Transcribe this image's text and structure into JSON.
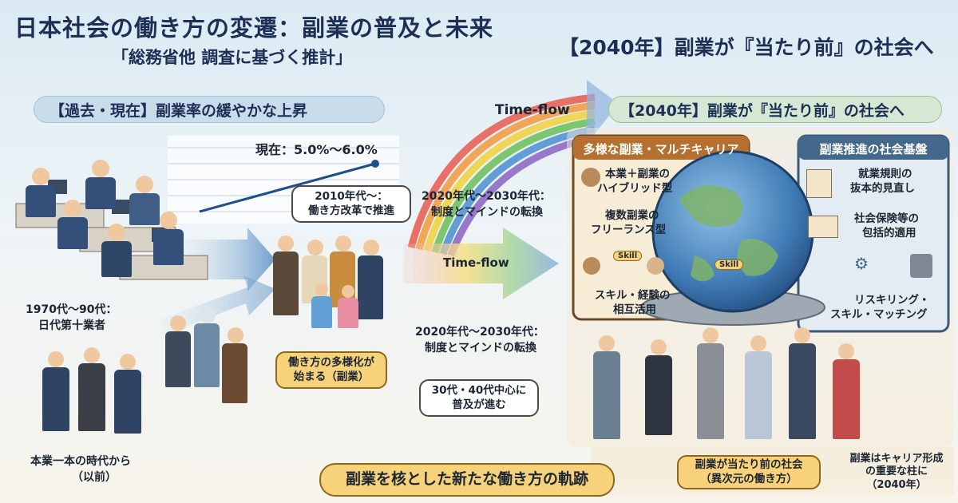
{
  "header": {
    "title": "日本社会の働き方の変遷：副業の普及と未来",
    "subtitle": "「総務省他 調査に基づく推計」",
    "right_title": "【2040年】副業が『当たり前』の社会へ"
  },
  "past_section": {
    "banner": "【過去・現在】副業率の緩やかな上昇",
    "current_rate": "現在：5.0%～6.0%",
    "era_label_1": "1970代～90代：",
    "era_label_2": "日代第十業者",
    "era_bottom_1": "本業一本の時代から",
    "era_bottom_2": "（以前）",
    "callout_2010_1": "2010年代～：",
    "callout_2010_2": "働き方改革で推進",
    "diversify_1": "働き方の多様化が",
    "diversify_2": "始まる（副業）"
  },
  "transition": {
    "timeflow_top": "Time-flow",
    "timeflow_mid": "Time-flow",
    "shift_top_1": "2020年代～2030年代：",
    "shift_top_2": "制度とマインドの転換",
    "shift_bottom_1": "2020年代～2030年代：",
    "shift_bottom_2": "制度とマインドの転換",
    "callout_30s_1": "30代・40代中心に",
    "callout_30s_2": "普及が進む"
  },
  "future_section": {
    "banner": "【2040年】副業が『当たり前』の社会へ",
    "left_panel": {
      "title": "多様な副業・マルチキャリア",
      "item1_1": "本業＋副業の",
      "item1_2": "ハイブリッド型",
      "item2_1": "複数副業の",
      "item2_2": "フリーランス型",
      "item3_1": "スキル・経験の",
      "item3_2": "相互活用",
      "skill_tag": "Skill"
    },
    "right_panel": {
      "title": "副業推進の社会基盤",
      "item1_1": "就業規則の",
      "item1_2": "抜本的見直し",
      "item2_1": "社会保険等の",
      "item2_2": "包括的適用",
      "item3_1": "リスキリング・",
      "item3_2": "スキル・マッチング"
    },
    "globe_skill": "Skill",
    "society_1": "副業が当たり前の社会",
    "society_2": "（異次元の働き方）",
    "pillar_1": "副業はキャリア形成",
    "pillar_2": "の重要な柱に",
    "pillar_3": "（2040年）"
  },
  "footer": {
    "banner": "副業を核とした新たな働き方の軌跡"
  },
  "chart_data": {
    "type": "line",
    "values": [
      1,
      2,
      3,
      4,
      5
    ],
    "annotation": "現在：5.0%～6.0%"
  }
}
